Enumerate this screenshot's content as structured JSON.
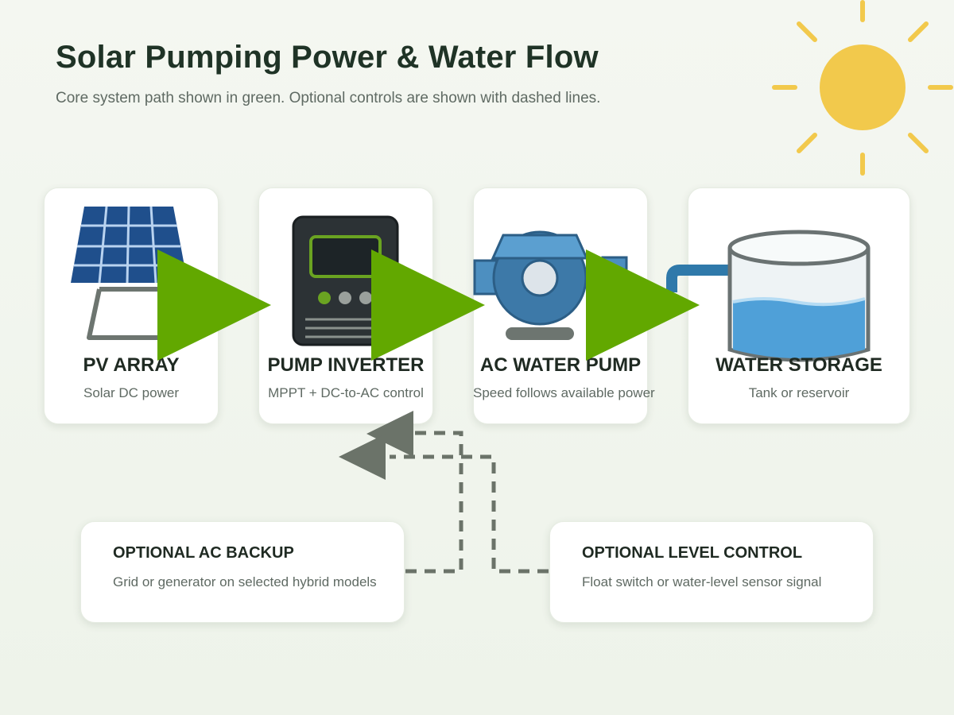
{
  "header": {
    "title": "Solar Pumping Power & Water Flow",
    "subtitle": "Core system path shown in green. Optional controls are shown with dashed lines."
  },
  "components": [
    {
      "label": "PV ARRAY",
      "description": "Solar DC power",
      "icon": "solar-panel-icon"
    },
    {
      "label": "PUMP INVERTER",
      "description": "MPPT + DC-to-AC control",
      "icon": "inverter-icon"
    },
    {
      "label": "AC WATER PUMP",
      "description": "Speed follows available power",
      "icon": "water-pump-icon"
    },
    {
      "label": "WATER STORAGE",
      "description": "Tank or reservoir",
      "icon": "water-tank-icon"
    }
  ],
  "optional": [
    {
      "title": "OPTIONAL AC BACKUP",
      "description": "Grid or generator on selected hybrid models"
    },
    {
      "title": "OPTIONAL LEVEL CONTROL",
      "description": "Float switch or water-level sensor signal"
    }
  ],
  "colors": {
    "core_flow": "#62a800",
    "optional_flow": "#6b7369",
    "sun": "#f2c94c",
    "title": "#1f3326"
  },
  "icons": {
    "sun": "sun-icon",
    "core_arrow": "green-arrow-icon",
    "optional_arrow": "gray-arrow-icon"
  }
}
